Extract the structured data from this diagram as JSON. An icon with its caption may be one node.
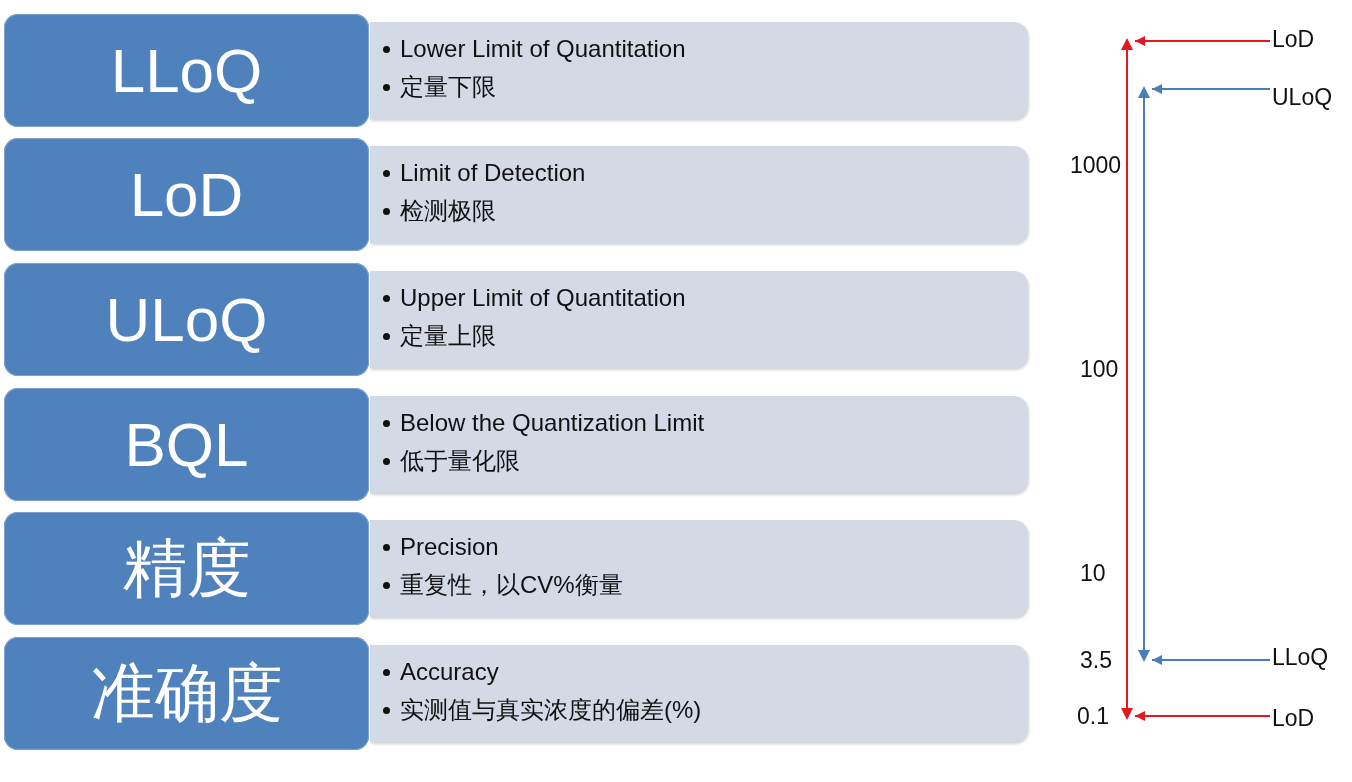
{
  "diagram": {
    "nodes": [
      {
        "text": [
          "LLoQ"
        ]
      },
      {
        "text": [
          "Lower Limit of Quantitation",
          "定量下限"
        ]
      },
      {
        "text": [
          "LoD"
        ]
      },
      {
        "text": [
          "Limit of Detection",
          "检测极限"
        ]
      },
      {
        "text": [
          "ULoQ"
        ]
      },
      {
        "text": [
          "Upper Limit of Quantitation",
          "定量上限"
        ]
      },
      {
        "text": [
          "BQL"
        ]
      },
      {
        "text": [
          "Below the Quantization Limit",
          "低于量化限"
        ]
      },
      {
        "text": [
          "精度"
        ]
      },
      {
        "text": [
          "Precision",
          "重复性，以CV%衡量"
        ]
      },
      {
        "text": [
          "准确度"
        ]
      },
      {
        "text": [
          "Accuracy",
          "实测值与真实浓度的偏差(%)"
        ]
      },
      {
        "text": [],
        "shape": "arrow"
      },
      {
        "text": [],
        "shape": "arrow"
      },
      {
        "text": [
          "LoD"
        ]
      },
      {
        "text": [
          "ULoQ"
        ]
      },
      {
        "text": [
          "LLoQ"
        ]
      },
      {
        "text": [
          "LoD"
        ]
      }
    ],
    "edges": [
      {
        "from": 14,
        "to": 12,
        "arrow": "to",
        "color": "#e3191f"
      },
      {
        "from": 15,
        "to": 13,
        "arrow": "to",
        "color": "#4a7ebb"
      },
      {
        "from": 16,
        "to": 13,
        "arrow": "to",
        "color": "#4a7ebb"
      },
      {
        "from": 17,
        "to": 12,
        "arrow": "to",
        "color": "#e3191f"
      }
    ],
    "labels": [
      "1000",
      "100",
      "10",
      "3.5",
      "0.1"
    ]
  }
}
